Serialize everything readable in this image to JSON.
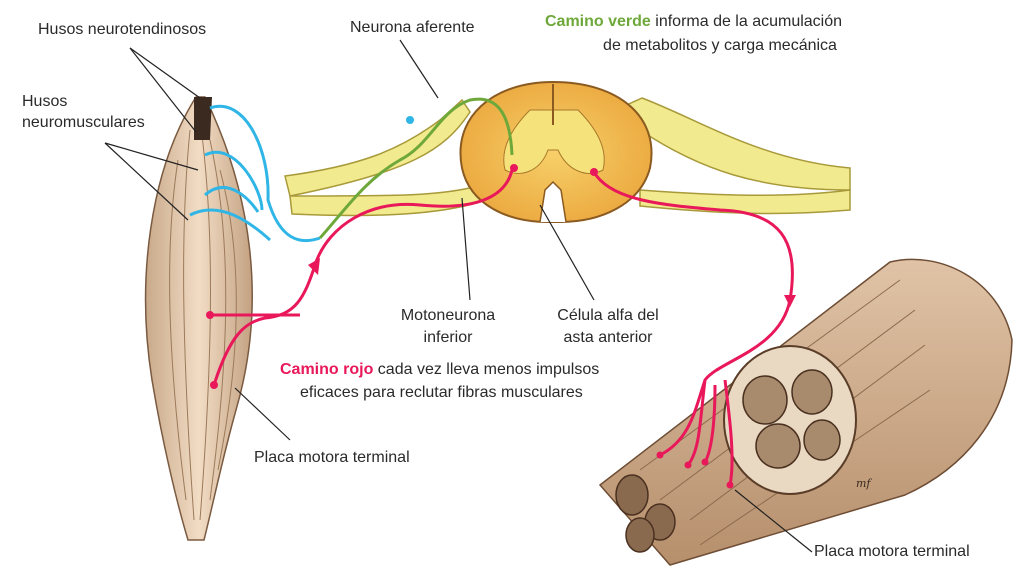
{
  "labels": {
    "husos_neurotendinosos": "Husos neurotendinosos",
    "husos_neuromusculares_1": "Husos",
    "husos_neuromusculares_2": "neuromusculares",
    "neurona_aferente": "Neurona aferente",
    "camino_verde_title": "Camino verde",
    "camino_verde_text_1": "informa de la acumulación",
    "camino_verde_text_2": "de metabolitos y carga mecánica",
    "motoneurona_1": "Motoneurona",
    "motoneurona_2": "inferior",
    "celula_alfa_1": "Célula alfa del",
    "celula_alfa_2": "asta anterior",
    "camino_rojo_title": "Camino rojo",
    "camino_rojo_text_1": "cada vez lleva menos impulsos",
    "camino_rojo_text_2": "eficaces para reclutar fibras musculares",
    "placa_motora_left": "Placa motora terminal",
    "placa_motora_right": "Placa motora terminal",
    "signature": "mf"
  },
  "colors": {
    "green": "#6fa83a",
    "red": "#e8185a",
    "blue": "#2fb6e6",
    "nerve_yellow": "#f1ea8e",
    "cord_orange": "#f2b64a",
    "muscle": "#e8cdb0"
  }
}
